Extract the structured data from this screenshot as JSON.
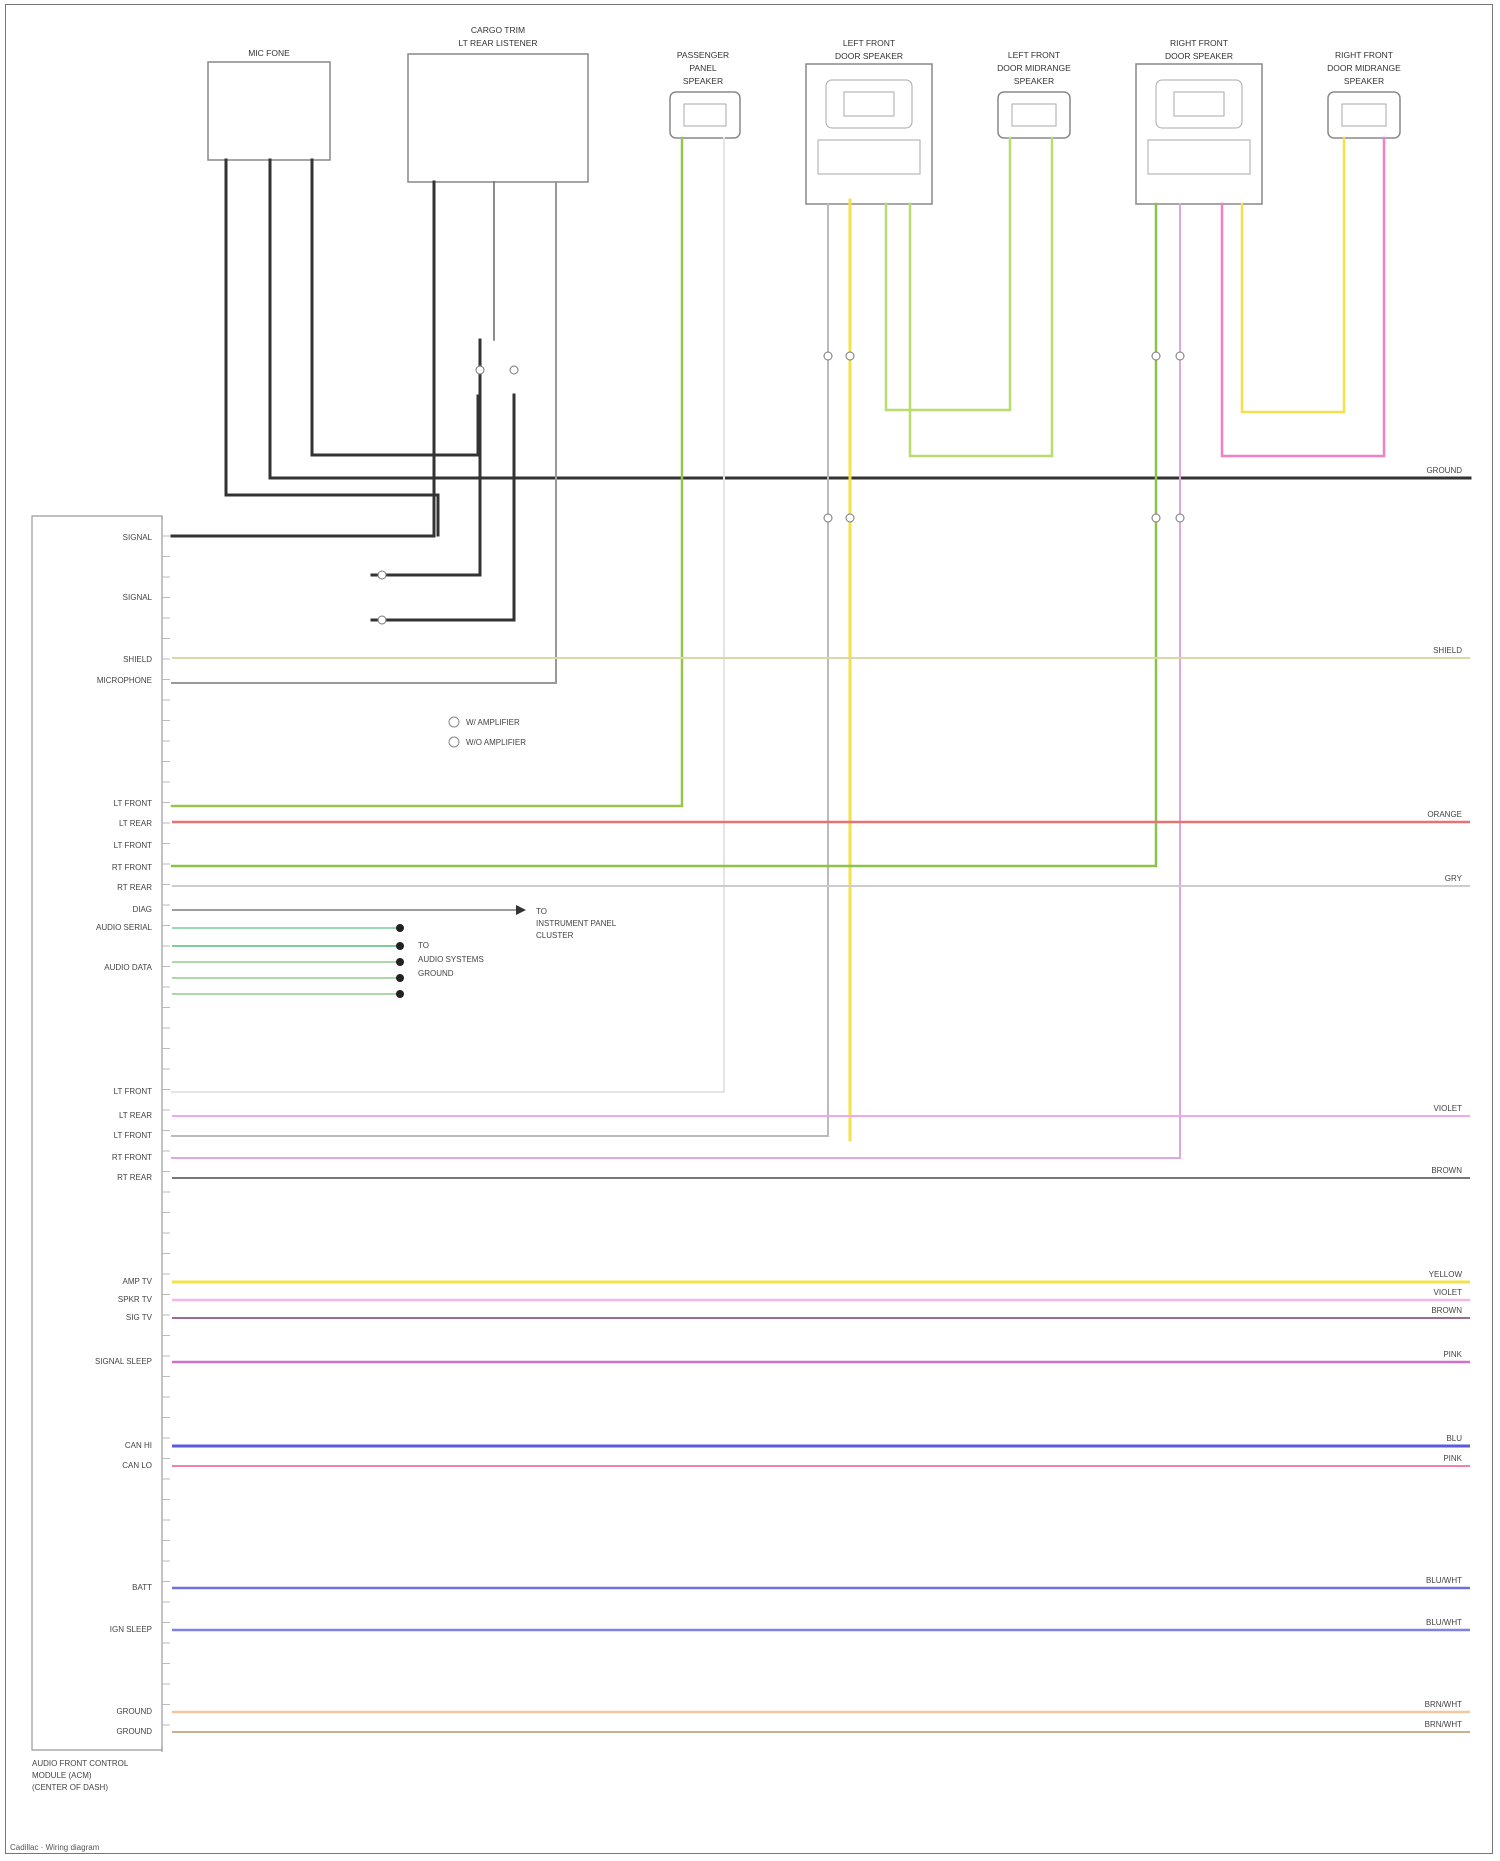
{
  "components": {
    "mic": "MIC FONE",
    "cargo_l1": "CARGO TRIM",
    "cargo_l2": "LT REAR LISTENER",
    "pass_l1": "PASSENGER",
    "pass_l2": "PANEL",
    "pass_l3": "SPEAKER",
    "lfd_l1": "LEFT FRONT",
    "lfd_l2": "DOOR SPEAKER",
    "lfm_l1": "LEFT FRONT",
    "lfm_l2": "DOOR MIDRANGE",
    "lfm_l3": "SPEAKER",
    "rfd_l1": "RIGHT FRONT",
    "rfd_l2": "DOOR SPEAKER",
    "rfm_l1": "RIGHT FRONT",
    "rfm_l2": "DOOR MIDRANGE",
    "rfm_l3": "SPEAKER"
  },
  "module": {
    "line1": "AUDIO FRONT CONTROL",
    "line2": "MODULE (ACM)",
    "line3": "(CENTER OF DASH)"
  },
  "notes": {
    "legend1": "W/ AMPLIFIER",
    "legend2": "W/O AMPLIFIER",
    "inst1": "TO",
    "inst2": "INSTRUMENT PANEL",
    "inst3": "CLUSTER",
    "audio1": "TO",
    "audio2": "AUDIO SYSTEMS",
    "audio3": "GROUND"
  },
  "footer": "Cadillac · Wiring diagram",
  "left_labels": [
    {
      "text": "SIGNAL"
    },
    {
      "text": "SIGNAL"
    },
    {
      "text": "SHIELD"
    },
    {
      "text": "MICROPHONE"
    },
    {
      "text": "LT FRONT"
    },
    {
      "text": "LT REAR"
    },
    {
      "text": "LT FRONT"
    },
    {
      "text": "RT FRONT"
    },
    {
      "text": "RT REAR"
    },
    {
      "text": "DIAG"
    },
    {
      "text": "AUDIO SERIAL"
    },
    {
      "text": "AUDIO DATA"
    },
    {
      "text": "LT FRONT"
    },
    {
      "text": "LT REAR"
    },
    {
      "text": "LT FRONT"
    },
    {
      "text": "RT FRONT"
    },
    {
      "text": "RT REAR"
    },
    {
      "text": "AMP TV"
    },
    {
      "text": "SPKR TV"
    },
    {
      "text": "SIG TV"
    },
    {
      "text": "SIGNAL SLEEP"
    },
    {
      "text": "CAN HI"
    },
    {
      "text": "CAN LO"
    },
    {
      "text": "BATT"
    },
    {
      "text": "IGN SLEEP"
    },
    {
      "text": "GROUND"
    },
    {
      "text": "GROUND"
    }
  ],
  "right_labels": [
    {
      "text": "GROUND"
    },
    {
      "text": "SHIELD"
    },
    {
      "text": "ORANGE"
    },
    {
      "text": "GRY"
    },
    {
      "text": "VIOLET"
    },
    {
      "text": "BROWN"
    },
    {
      "text": "YELLOW"
    },
    {
      "text": "VIOLET"
    },
    {
      "text": "BROWN"
    },
    {
      "text": "PINK"
    },
    {
      "text": "BLU"
    },
    {
      "text": "PINK"
    },
    {
      "text": "BLU/WHT"
    },
    {
      "text": "BLU/WHT"
    },
    {
      "text": "BRN/WHT"
    },
    {
      "text": "BRN/WHT"
    }
  ]
}
